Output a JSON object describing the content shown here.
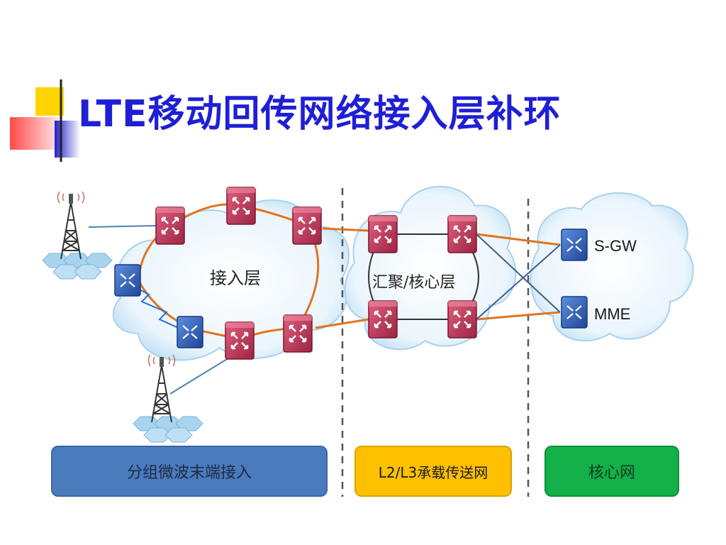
{
  "slide": {
    "title": "LTE移动回传网络接入层补环"
  },
  "diagram": {
    "access_cloud_label": "接入层",
    "core_cloud_label": "汇聚/核心层",
    "nodes": {
      "sgw": "S-GW",
      "mme": "MME"
    },
    "bands": {
      "left": "分组微波末端接入",
      "middle": "L2/L3承载传送网",
      "right": "核心网"
    },
    "colors": {
      "router": "#c0395a",
      "switch": "#2e5db8",
      "ring": "#e0741f",
      "cloud": "#d8ecf8",
      "band_left": "#4a7bbd",
      "band_middle": "#ffc000",
      "band_right": "#14b04a",
      "title": "#1f1fd6"
    }
  }
}
